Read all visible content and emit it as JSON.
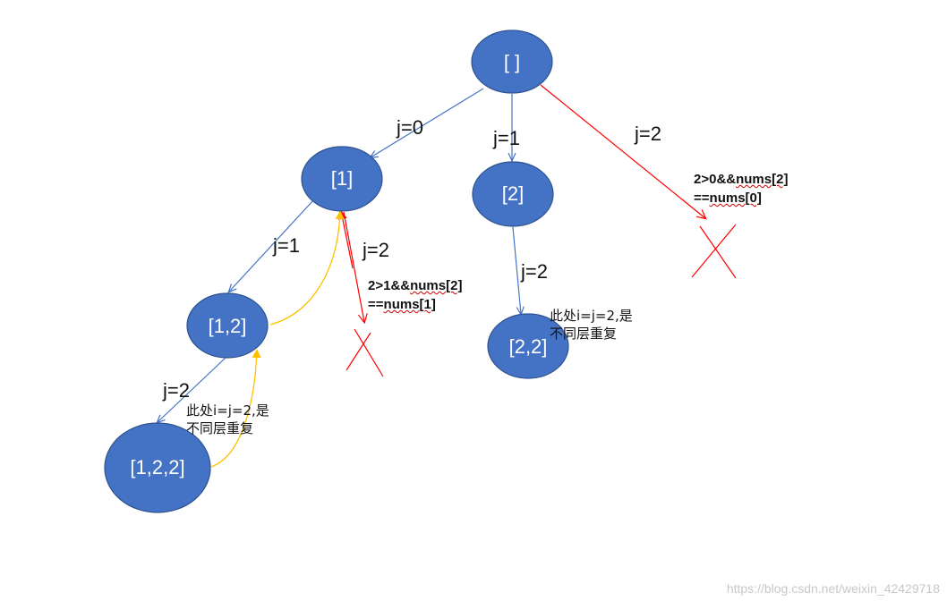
{
  "nodes": {
    "root": "[ ]",
    "n1": "[1]",
    "n2": "[2]",
    "n12": "[1,2]",
    "n22": "[2,2]",
    "n122": "[1,2,2]"
  },
  "edges": {
    "root_to_n1": "j=0",
    "root_to_n2": "j=1",
    "root_to_pruned": "j=2",
    "n1_to_n12": "j=1",
    "n1_to_pruned": "j=2",
    "n2_to_n22": "j=2",
    "n12_to_n122": "j=2"
  },
  "conditions": {
    "root_prune": {
      "part1": "2>0&&",
      "part2": "nums[2]",
      "line2_pre": "==",
      "line2_word": "nums[0]"
    },
    "n1_prune": {
      "part1": "2>1&&",
      "part2": "nums[2]",
      "line2_pre": "==",
      "line2_word": "nums[1]"
    }
  },
  "notes": {
    "n22_note": {
      "line1": "此处i=j=2,是",
      "line2": "不同层重复"
    },
    "n122_note": {
      "line1": "此处i=j=2,是",
      "line2": "不同层重复"
    }
  },
  "watermark": "https://blog.csdn.net/weixin_42429718",
  "colors": {
    "node_fill": "#4472c4",
    "node_stroke": "#2f528f",
    "edge_blue": "#4472c4",
    "edge_red": "#ff0000",
    "edge_yellow": "#ffc000"
  }
}
